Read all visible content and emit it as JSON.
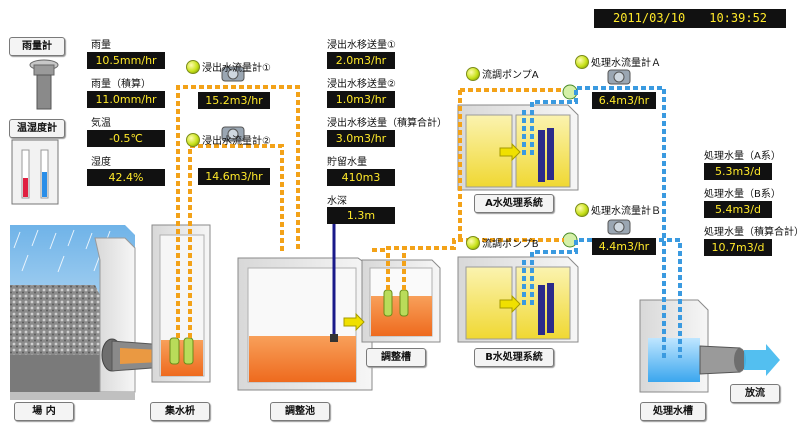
{
  "datetime": "2011/03/10　　10:39:52",
  "rain_gauge": {
    "title": "雨量計",
    "rain_label": "雨量",
    "rain_value": "10.5mm/hr",
    "rain_total_label": "雨量（積算）",
    "rain_total_value": "11.0mm/hr",
    "temp_label": "気温",
    "temp_value": "-0.5℃",
    "humidity_label": "湿度",
    "humidity_value": "42.4%"
  },
  "hygrometer": {
    "title": "温湿度計"
  },
  "leachate_flow_meters": [
    {
      "label": "浸出水流量計①",
      "value": "15.2m3/hr"
    },
    {
      "label": "浸出水流量計②",
      "value": "14.6m3/hr"
    }
  ],
  "transfer": {
    "t1_label": "浸出水移送量①",
    "t1_value": "2.0m3/hr",
    "t2_label": "浸出水移送量②",
    "t2_value": "1.0m3/hr",
    "total_label": "浸出水移送量（積算合計）",
    "total_value": "3.0m3/hr",
    "storage_label": "貯留水量",
    "storage_value": "410m3",
    "depth_label": "水深",
    "depth_value": "1.3m"
  },
  "pumps": {
    "a_label": "流調ポンプA",
    "b_label": "流調ポンプB"
  },
  "treated_flow_meters": [
    {
      "label": "処理水流量計Ａ",
      "value": "6.4m3/hr"
    },
    {
      "label": "処理水流量計Ｂ",
      "value": "4.4m3/hr"
    }
  ],
  "treated_volume": {
    "a_label": "処理水量（A系）",
    "a_value": "5.3m3/d",
    "b_label": "処理水量（B系）",
    "b_value": "5.4m3/d",
    "total_label": "処理水量（積算合計）",
    "total_value": "10.7m3/d"
  },
  "facilities": {
    "site": "場 内",
    "collection_pit": "集水枡",
    "regulating_pond": "調整池",
    "regulating_tank": "調整槽",
    "system_a": "A水処理系統",
    "system_b": "B水処理系統",
    "treated_tank": "処理水槽",
    "discharge": "放流"
  },
  "colors": {
    "leachate_pipe": "#f3a218",
    "treated_pipe": "#3a9ae0",
    "value_text": "#ffe92a",
    "sludge": "#f27a2a",
    "treatment_water": "#f2df3a"
  }
}
